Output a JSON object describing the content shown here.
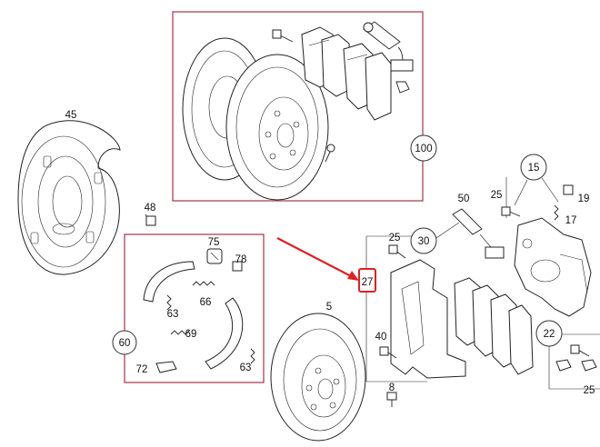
{
  "labels": {
    "c100": "100",
    "c45": "45",
    "c48": "48",
    "c75": "75",
    "c78": "78",
    "c66": "66",
    "c63a": "63",
    "c69": "69",
    "c60": "60",
    "c72": "72",
    "c63b": "63",
    "c15": "15",
    "c25a": "25",
    "c19": "19",
    "c17": "17",
    "c50": "50",
    "c25b": "25",
    "c30": "30",
    "c27": "27",
    "c5": "5",
    "c40": "40",
    "c8": "8",
    "c22": "22",
    "c25c": "25"
  },
  "colors": {
    "frame": "#a8324a",
    "highlight_arrow": "#e02020",
    "highlight_box": "#e02020",
    "lines": "#222222"
  },
  "highlighted_part": "27"
}
